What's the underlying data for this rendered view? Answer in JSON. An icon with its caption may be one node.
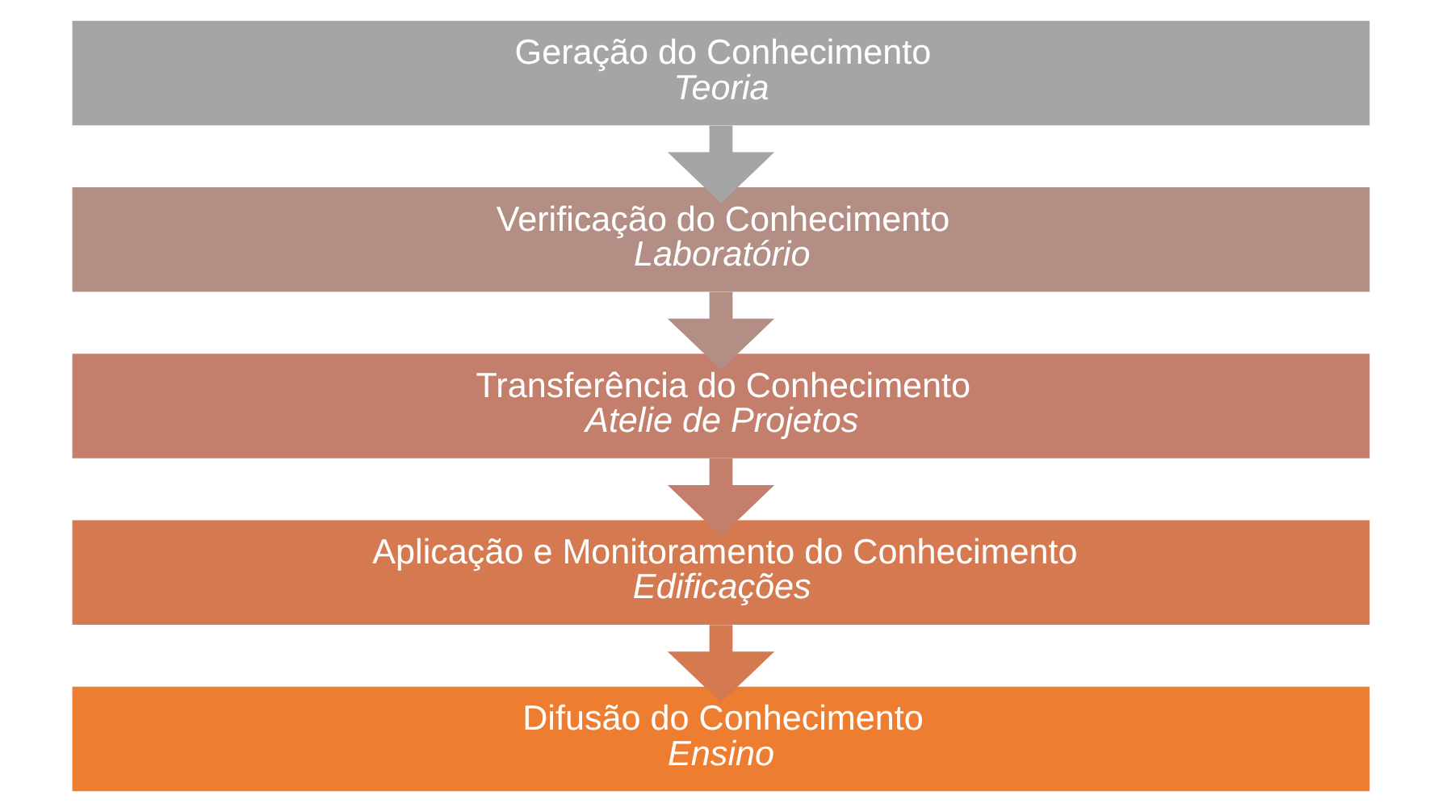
{
  "diagram": {
    "nodes": [
      {
        "text": [
          "Geração do Conhecimento",
          "Teoria"
        ]
      },
      {
        "text": [
          "Verificação do Conhecimento",
          "Laboratório"
        ]
      },
      {
        "text": [
          "Transferência do Conhecimento",
          "Atelie de Projetos"
        ]
      },
      {
        "text": [
          "Aplicação e Monitoramento do Conhecimento",
          "Edificações"
        ]
      },
      {
        "text": [
          "Difusão do Conhecimento",
          "Ensino"
        ]
      }
    ],
    "edges": [
      {
        "from": 0,
        "to": 1,
        "arrow": "to"
      },
      {
        "from": 1,
        "to": 2,
        "arrow": "to"
      },
      {
        "from": 2,
        "to": 3,
        "arrow": "to"
      },
      {
        "from": 3,
        "to": 4,
        "arrow": "to"
      }
    ]
  }
}
